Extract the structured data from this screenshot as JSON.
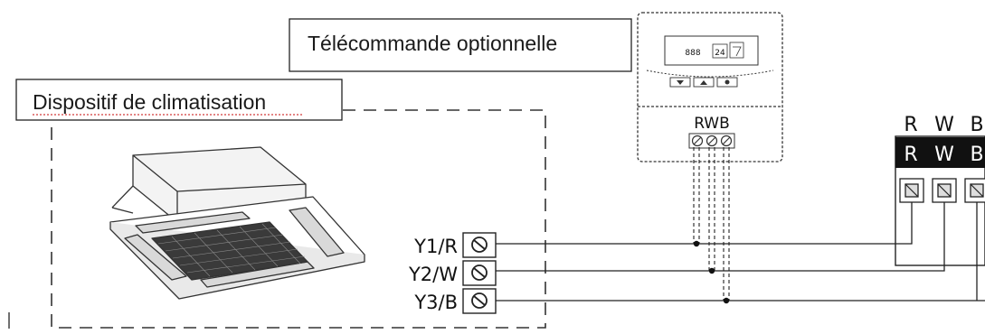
{
  "callouts": {
    "remote": "Télécommande optionnelle",
    "unit": "Dispositif de climatisation"
  },
  "remote": {
    "display_left": "888",
    "display_right": "24",
    "terminal_label": "RWB"
  },
  "unit_terminals": [
    {
      "label": "Y1/R"
    },
    {
      "label": "Y2/W"
    },
    {
      "label": "Y3/B"
    }
  ],
  "thermostat": {
    "header_letters": [
      "R",
      "W",
      "B"
    ],
    "bar_letters": [
      "R",
      "W",
      "B"
    ]
  },
  "colors": {
    "line": "#222222",
    "bar": "#111111",
    "spell_underline": "#d23b3b"
  }
}
